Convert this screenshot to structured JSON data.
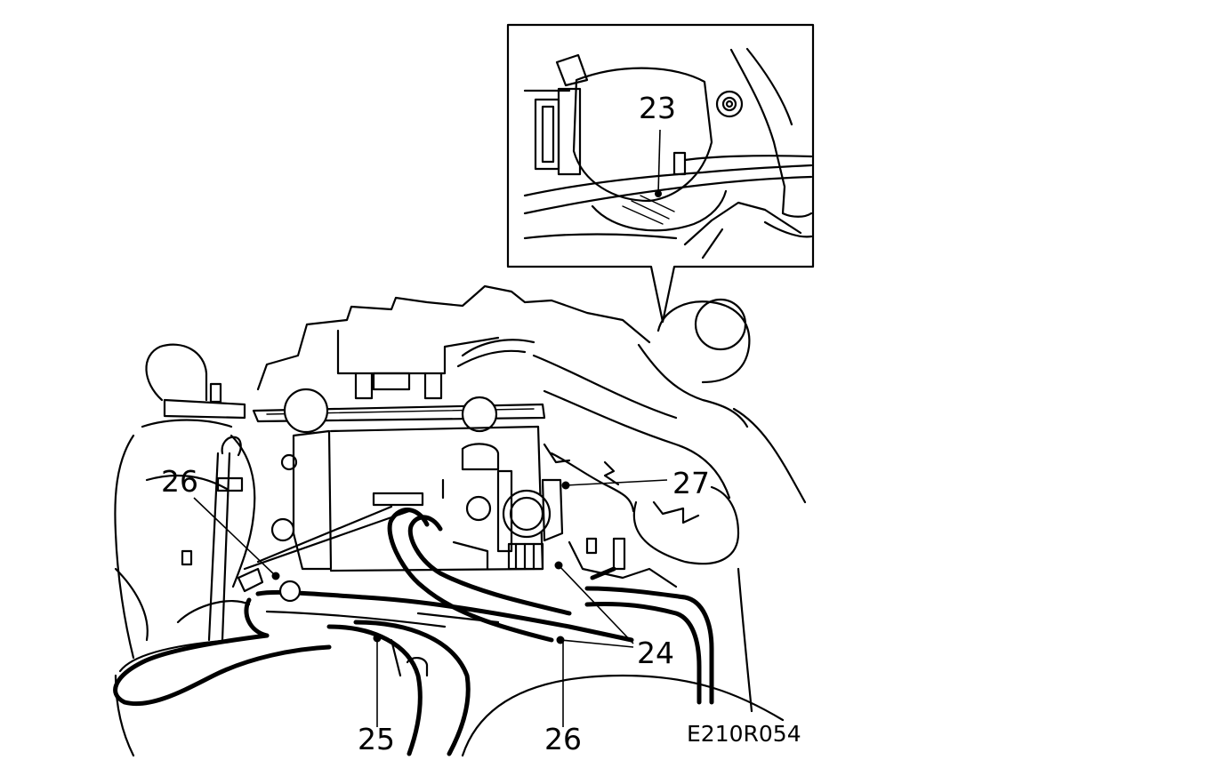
{
  "callouts": {
    "c23": "23",
    "c24": "24",
    "c25": "25",
    "c26_upper": "26",
    "c26_lower": "26",
    "c27": "27"
  },
  "figure_code": "E210R054",
  "colors": {
    "line": "#000000",
    "background": "#ffffff"
  }
}
